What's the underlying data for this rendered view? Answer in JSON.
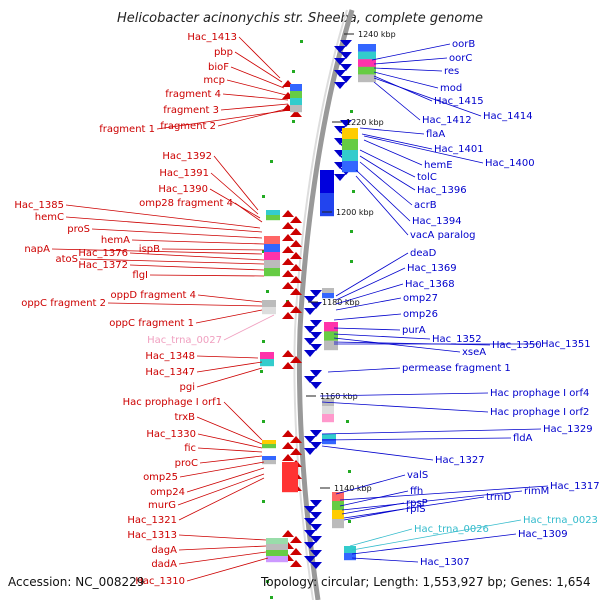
{
  "title": "Helicobacter acinonychis str. Sheeba, complete genome",
  "footer": {
    "accession": "Accession: NC_008229",
    "topology": "Topology: circular; Length: 1,553,927 bp; Genes: 1,654"
  },
  "colors": {
    "forward": "#cc0000",
    "reverse": "#0000cc",
    "trna_forward": "#f0a0c0",
    "trna_reverse": "#33bbcc",
    "backbone": "#999999",
    "tick_mark": "#22aa22"
  },
  "ticks": [
    {
      "label": "1240 kbp"
    },
    {
      "label": "1220 kbp"
    },
    {
      "label": "1200 kbp"
    },
    {
      "label": "1180 kbp"
    },
    {
      "label": "1160 kbp"
    },
    {
      "label": "1140 kbp"
    }
  ],
  "left_labels": [
    {
      "text": "Hac_1413",
      "strand": "forward"
    },
    {
      "text": "pbp",
      "strand": "forward"
    },
    {
      "text": "bioF",
      "strand": "forward"
    },
    {
      "text": "mcp",
      "strand": "forward"
    },
    {
      "text": "fragment 4",
      "strand": "forward"
    },
    {
      "text": "fragment 3",
      "strand": "forward"
    },
    {
      "text": "fragment 2",
      "strand": "forward"
    },
    {
      "text": "fragment 1",
      "strand": "forward"
    },
    {
      "text": "Hac_1392",
      "strand": "forward"
    },
    {
      "text": "Hac_1391",
      "strand": "forward"
    },
    {
      "text": "Hac_1390",
      "strand": "forward"
    },
    {
      "text": "omp28 fragment 4",
      "strand": "forward"
    },
    {
      "text": "Hac_1385",
      "strand": "forward"
    },
    {
      "text": "hemC",
      "strand": "forward"
    },
    {
      "text": "proS",
      "strand": "forward"
    },
    {
      "text": "hemA",
      "strand": "forward"
    },
    {
      "text": "ispB",
      "strand": "forward"
    },
    {
      "text": "napA",
      "strand": "forward"
    },
    {
      "text": "Hac_1376",
      "strand": "forward"
    },
    {
      "text": "atoS",
      "strand": "forward"
    },
    {
      "text": "Hac_1372",
      "strand": "forward"
    },
    {
      "text": "flgI",
      "strand": "forward"
    },
    {
      "text": "oppD fragment 4",
      "strand": "forward"
    },
    {
      "text": "oppC fragment 2",
      "strand": "forward"
    },
    {
      "text": "oppC fragment 1",
      "strand": "forward"
    },
    {
      "text": "Hac_trna_0027",
      "strand": "trna_forward"
    },
    {
      "text": "Hac_1348",
      "strand": "forward"
    },
    {
      "text": "Hac_1347",
      "strand": "forward"
    },
    {
      "text": "pgi",
      "strand": "forward"
    },
    {
      "text": "Hac prophage I orf1",
      "strand": "forward"
    },
    {
      "text": "trxB",
      "strand": "forward"
    },
    {
      "text": "Hac_1330",
      "strand": "forward"
    },
    {
      "text": "fic",
      "strand": "forward"
    },
    {
      "text": "proC",
      "strand": "forward"
    },
    {
      "text": "omp25",
      "strand": "forward"
    },
    {
      "text": "omp24",
      "strand": "forward"
    },
    {
      "text": "murG",
      "strand": "forward"
    },
    {
      "text": "Hac_1321",
      "strand": "forward"
    },
    {
      "text": "Hac_1313",
      "strand": "forward"
    },
    {
      "text": "dagA",
      "strand": "forward"
    },
    {
      "text": "dadA",
      "strand": "forward"
    },
    {
      "text": "Hac_1310",
      "strand": "forward"
    }
  ],
  "right_labels": [
    {
      "text": "oorB",
      "strand": "reverse"
    },
    {
      "text": "oorC",
      "strand": "reverse"
    },
    {
      "text": "res",
      "strand": "reverse"
    },
    {
      "text": "mod",
      "strand": "reverse"
    },
    {
      "text": "Hac_1415",
      "strand": "reverse"
    },
    {
      "text": "Hac_1412",
      "strand": "reverse"
    },
    {
      "text": "Hac_1414",
      "strand": "reverse"
    },
    {
      "text": "flaA",
      "strand": "reverse"
    },
    {
      "text": "Hac_1401",
      "strand": "reverse"
    },
    {
      "text": "hemE",
      "strand": "reverse"
    },
    {
      "text": "Hac_1400",
      "strand": "reverse"
    },
    {
      "text": "tolC",
      "strand": "reverse"
    },
    {
      "text": "Hac_1396",
      "strand": "reverse"
    },
    {
      "text": "acrB",
      "strand": "reverse"
    },
    {
      "text": "Hac_1394",
      "strand": "reverse"
    },
    {
      "text": "vacA paralog",
      "strand": "reverse"
    },
    {
      "text": "deaD",
      "strand": "reverse"
    },
    {
      "text": "Hac_1369",
      "strand": "reverse"
    },
    {
      "text": "Hac_1368",
      "strand": "reverse"
    },
    {
      "text": "omp27",
      "strand": "reverse"
    },
    {
      "text": "omp26",
      "strand": "reverse"
    },
    {
      "text": "purA",
      "strand": "reverse"
    },
    {
      "text": "Hac_1352",
      "strand": "reverse"
    },
    {
      "text": "xseA",
      "strand": "reverse"
    },
    {
      "text": "Hac_1350",
      "strand": "reverse"
    },
    {
      "text": "Hac_1351",
      "strand": "reverse"
    },
    {
      "text": "permease fragment 1",
      "strand": "reverse"
    },
    {
      "text": "Hac prophage I orf4",
      "strand": "reverse"
    },
    {
      "text": "Hac prophage I orf2",
      "strand": "reverse"
    },
    {
      "text": "Hac_1329",
      "strand": "reverse"
    },
    {
      "text": "fldA",
      "strand": "reverse"
    },
    {
      "text": "Hac_1327",
      "strand": "reverse"
    },
    {
      "text": "valS",
      "strand": "reverse"
    },
    {
      "text": "Hac_1317",
      "strand": "reverse"
    },
    {
      "text": "ffh",
      "strand": "reverse"
    },
    {
      "text": "rimM",
      "strand": "reverse"
    },
    {
      "text": "rpsP",
      "strand": "reverse"
    },
    {
      "text": "trmD",
      "strand": "reverse"
    },
    {
      "text": "rplS",
      "strand": "reverse"
    },
    {
      "text": "Hac_trna_0026",
      "strand": "trna_reverse"
    },
    {
      "text": "Hac_trna_0023",
      "strand": "trna_reverse"
    },
    {
      "text": "Hac_1309",
      "strand": "reverse"
    },
    {
      "text": "Hac_1307",
      "strand": "reverse"
    }
  ]
}
